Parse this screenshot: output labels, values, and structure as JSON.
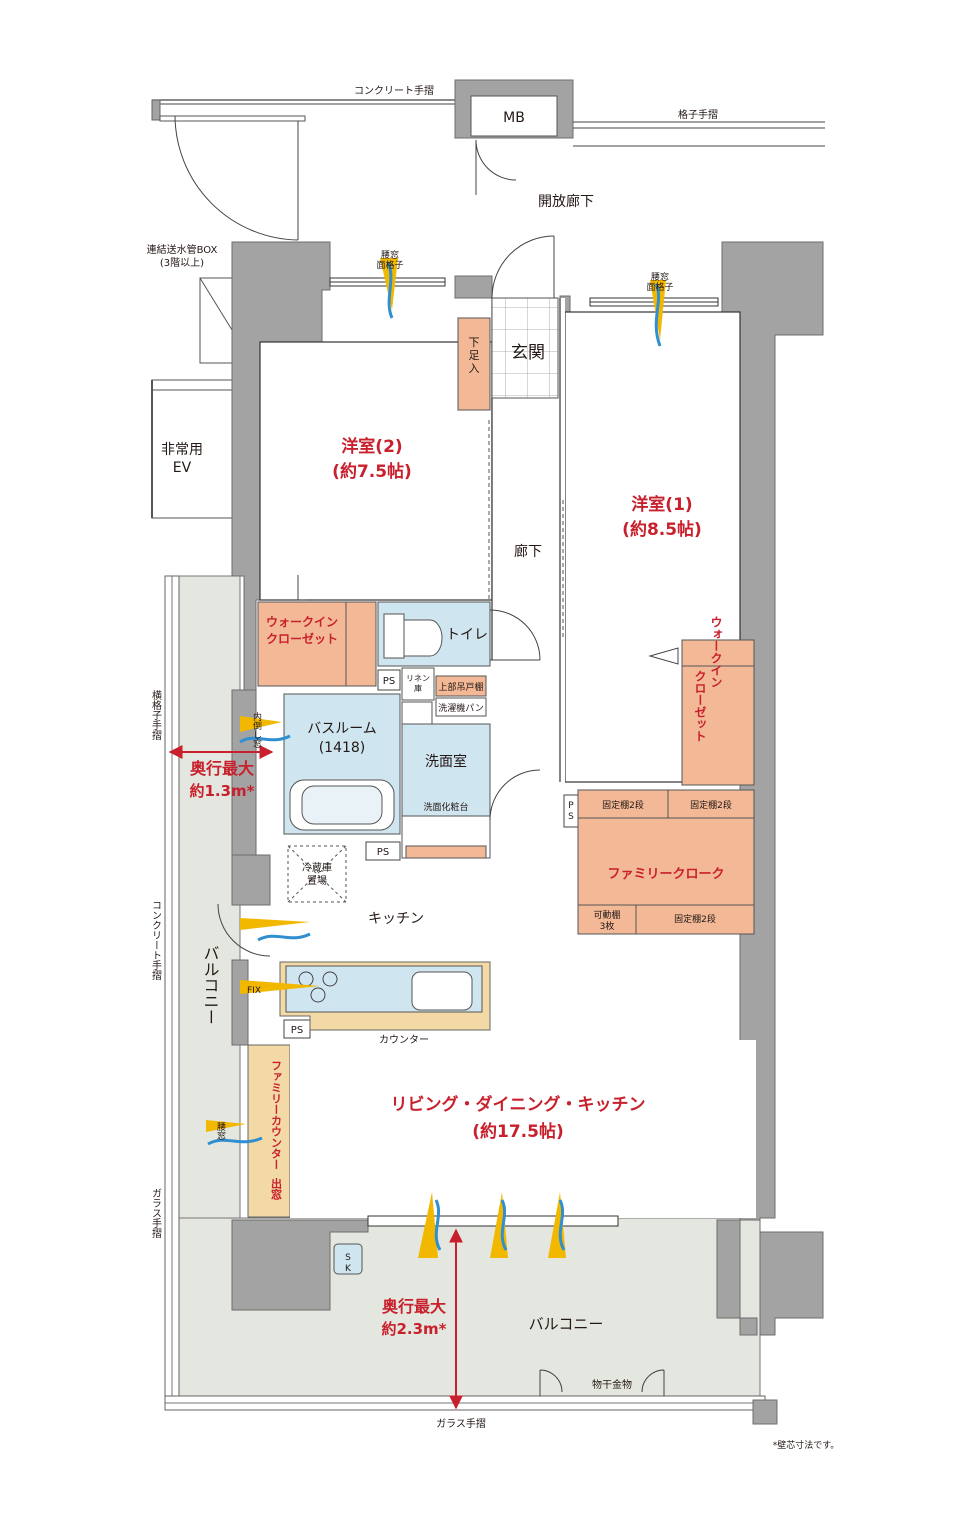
{
  "labels": {
    "concrete_rail_top": "コンクリート手摺",
    "mb": "MB",
    "lattice_rail_top": "格子手摺",
    "open_corridor": "開放廊下",
    "standpipe_box": "連結送水管BOX",
    "standpipe_box_note": "(3階以上)",
    "waist_window_lattice_left": "腰窓\n面格子",
    "waist_window_lattice_right": "腰窓\n面格子",
    "entrance": "玄関",
    "shoe_storage": "下足入",
    "emergency_ev": "非常用\nEV",
    "room2_name": "洋室(2)",
    "room2_size": "(約7.5帖)",
    "room1_name": "洋室(1)",
    "room1_size": "(約8.5帖)",
    "hallway": "廊下",
    "wic_left": "ウォークイン\nクローゼット",
    "wic_right": "ウォークイン\nクローゼット",
    "toilet": "トイレ",
    "ps": "PS",
    "linen": "リネン\n庫",
    "upper_cabinet": "上部吊戸棚",
    "washer_pan": "洗濯機パン",
    "lattice_rail_side": "横格子手摺",
    "inward_tilt_window": "内倒し窓",
    "bathroom": "バスルーム",
    "bathroom_size": "(1418)",
    "washroom": "洗面室",
    "vanity": "洗面化粧台",
    "depth_left_title": "奥行最大",
    "depth_left_value": "約1.3m*",
    "fixed_shelf_a": "固定棚2段",
    "fixed_shelf_b": "固定棚2段",
    "fixed_shelf_c": "固定棚2段",
    "family_cloak": "ファミリークローク",
    "movable_shelf": "可動棚\n3枚",
    "fridge": "冷蔵庫\n置場",
    "kitchen": "キッチン",
    "concrete_rail_side": "コンクリート手摺",
    "balcony_side": "バルコニー",
    "fix": "FIX",
    "counter": "カウンター",
    "family_counter": "ファミリーカウンター",
    "bay_window": "出窓",
    "waist_window": "腰窓",
    "ldk_name": "リビング・ダイニング・キッチン",
    "ldk_size": "(約17.5帖)",
    "glass_rail_side": "ガラス手摺",
    "sk": "SK",
    "depth_bottom_title": "奥行最大",
    "depth_bottom_value": "約2.3m*",
    "balcony_bottom": "バルコニー",
    "drying_hardware": "物干金物",
    "glass_rail_bottom": "ガラス手摺",
    "footnote": "*壁芯寸法です。"
  },
  "colors": {
    "room_title": "#c8202c",
    "wet_area": "#cfe5ef",
    "closet": "#f3b996",
    "balcony": "#e4e7df",
    "wall": "#a3a3a3",
    "arrow": "#c8202c",
    "wind_yellow": "#f2b800",
    "wind_blue": "#2f8fd0"
  }
}
